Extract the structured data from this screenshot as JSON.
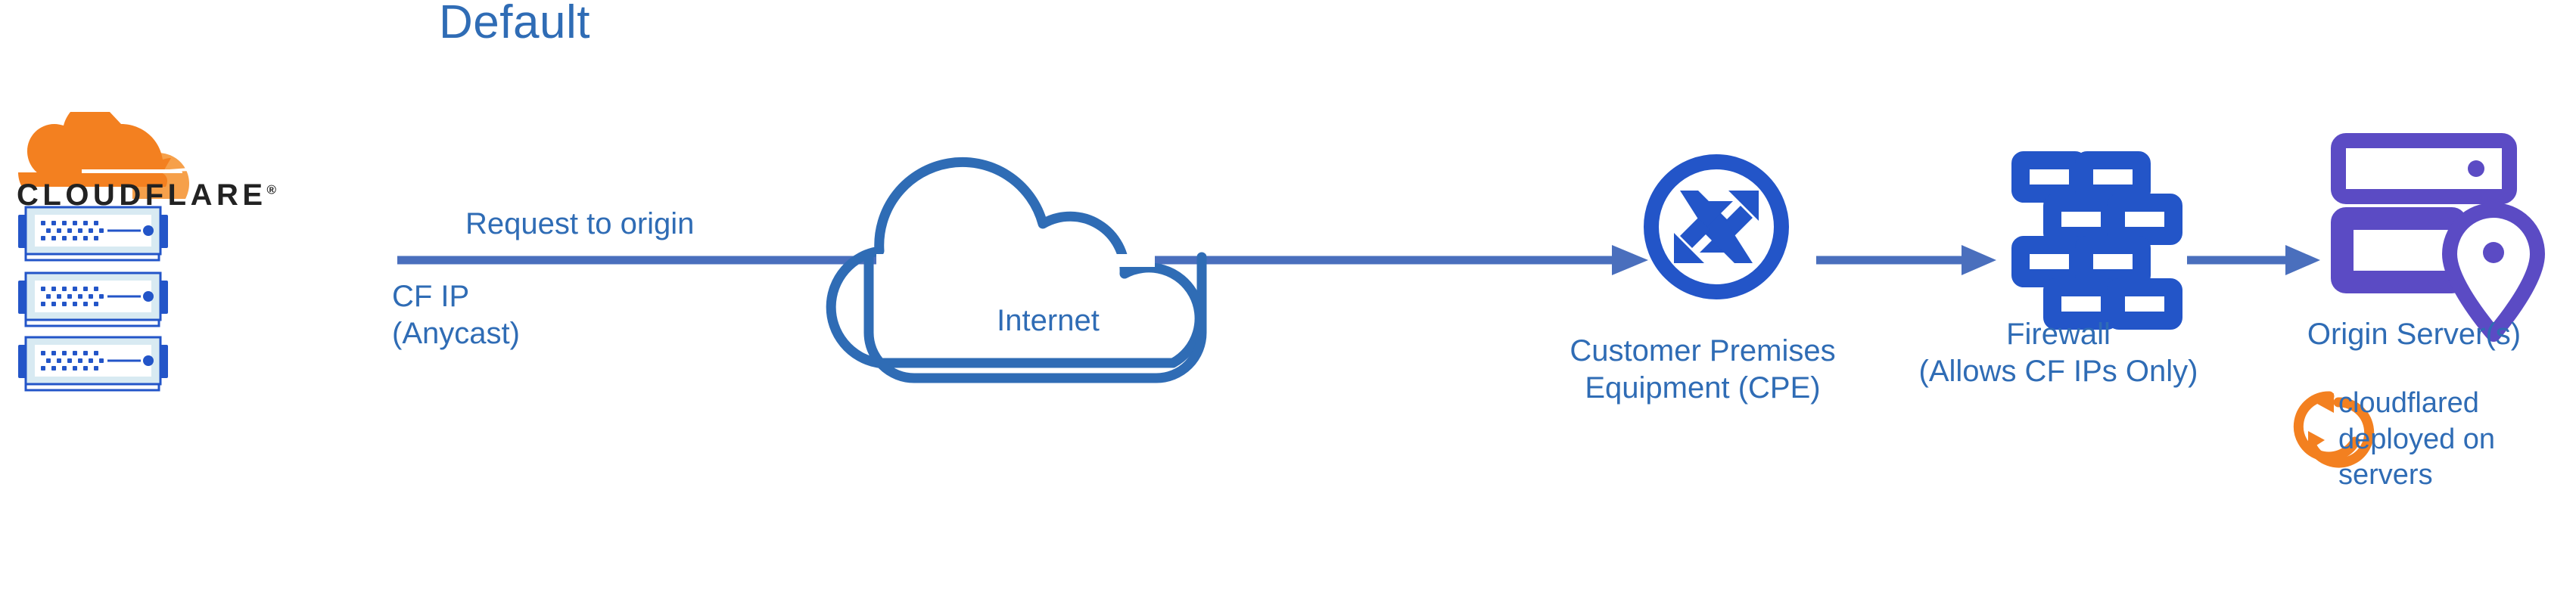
{
  "diagram": {
    "title": "Default",
    "colors": {
      "label_blue": "#2f6cb5",
      "arrow_blue": "#4a6fbd",
      "icon_blue": "#2355c8",
      "cloud_blue": "#2f6cb5",
      "origin_purple": "#5b4bc4",
      "cloudflare_orange": "#f38020",
      "cloudflare_orange_light": "#f6a04a",
      "server_fill": "#d8eaf2",
      "wordmark_black": "#222222"
    }
  },
  "brand": {
    "wordmark": "CLOUDFLARE",
    "registered_mark": "®",
    "logo_icon": "cloudflare-cloud-logo"
  },
  "nodes": {
    "edge": {
      "name": "cloudflare-edge-servers",
      "count": 3,
      "icon": "server-rack-icon"
    },
    "internet": {
      "label": "Internet",
      "icon": "cloud-outline-icon"
    },
    "cpe": {
      "label": "Customer Premises\nEquipment (CPE)",
      "icon": "router-icon"
    },
    "firewall": {
      "label": "Firewall\n(Allows CF IPs Only)",
      "icon": "brick-wall-icon"
    },
    "origin": {
      "label": "Origin Server(s)",
      "icon": "origin-server-pin-icon"
    },
    "cloudflared": {
      "label": "cloudflared\ndeployed on\nservers",
      "icon": "sync-refresh-icon"
    }
  },
  "connections": {
    "request": {
      "label": "Request to origin",
      "sublabel": "CF IP\n(Anycast)"
    }
  }
}
